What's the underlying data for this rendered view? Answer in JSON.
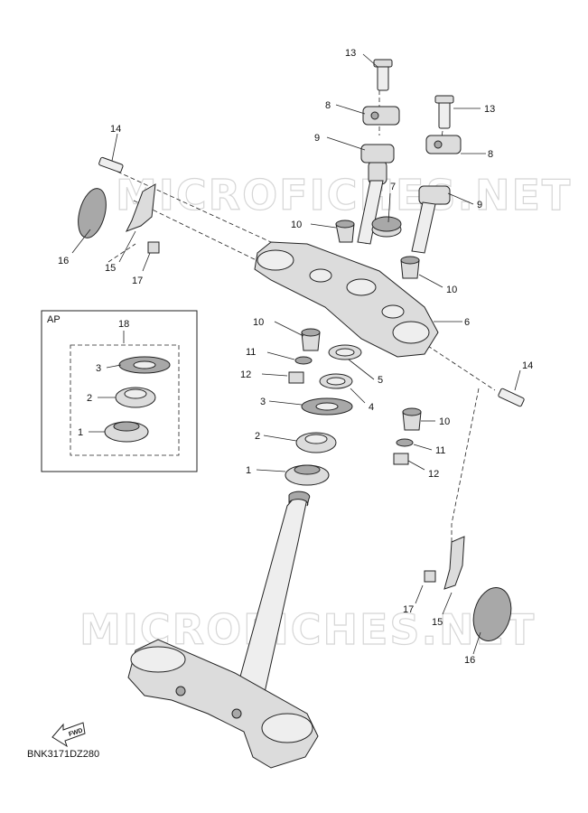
{
  "watermarks": [
    "MICROFICHES.NET",
    "MICROFICHES.NET"
  ],
  "diagram_code": "BNK3171DZ280",
  "fwd_label": "FWD",
  "inset": {
    "title": "AP",
    "group_number": "18",
    "callouts": [
      "3",
      "2",
      "1"
    ]
  },
  "callouts": {
    "c13a": "13",
    "c13b": "13",
    "c8a": "8",
    "c8b": "8",
    "c9a": "9",
    "c9b": "9",
    "c7": "7",
    "c14a": "14",
    "c14b": "14",
    "c16a": "16",
    "c16b": "16",
    "c15a": "15",
    "c15b": "15",
    "c17a": "17",
    "c17b": "17",
    "c10a": "10",
    "c10b": "10",
    "c10c": "10",
    "c10d": "10",
    "c6": "6",
    "c11a": "11",
    "c11b": "11",
    "c12a": "12",
    "c12b": "12",
    "c5": "5",
    "c4": "4",
    "c3": "3",
    "c2": "2",
    "c1": "1"
  }
}
